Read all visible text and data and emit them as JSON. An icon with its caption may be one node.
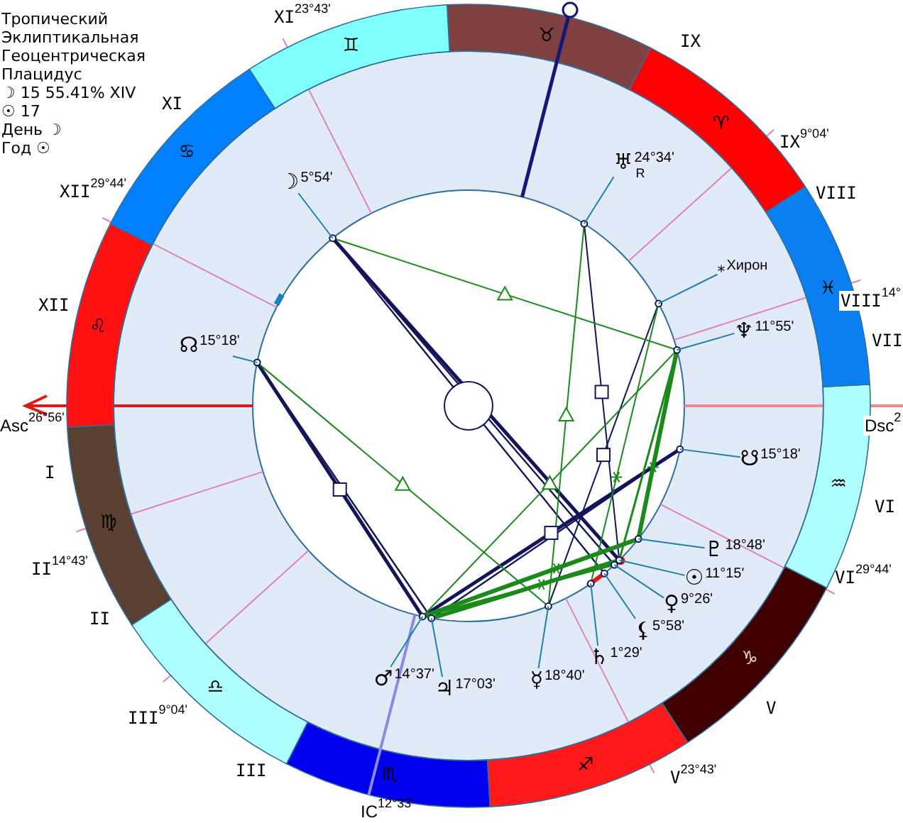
{
  "diagram": {
    "nodes": [
      {
        "text": [
          "♅",
          "24°34'",
          "R"
        ]
      },
      {
        "text": [
          "☽",
          "5°54'"
        ]
      },
      {
        "text": [
          "*",
          "Хирон"
        ]
      },
      {
        "text": [
          "♆",
          "11°55'"
        ]
      },
      {
        "text": [
          "☊",
          "15°18'"
        ]
      },
      {
        "text": [
          "☋",
          "15°18'"
        ]
      },
      {
        "text": [
          "♇",
          "18°48'"
        ]
      },
      {
        "text": [
          "☉",
          "11°15'"
        ]
      },
      {
        "text": [
          "♀",
          "9°26'"
        ]
      },
      {
        "text": [
          "⚸",
          "5°58'"
        ]
      },
      {
        "text": [
          "♄",
          "1°29'"
        ]
      },
      {
        "text": [
          "♂",
          "14°37'"
        ]
      },
      {
        "text": [
          "♃",
          "17°03'"
        ]
      },
      {
        "text": [
          "☿",
          "18°40'"
        ]
      }
    ],
    "edges": [
      {
        "from": 0,
        "to": null,
        "arrow": "none"
      },
      {
        "from": 1,
        "to": null,
        "arrow": "none"
      },
      {
        "from": 2,
        "to": null,
        "arrow": "none"
      },
      {
        "from": 3,
        "to": null,
        "arrow": "none"
      },
      {
        "from": 4,
        "to": null,
        "arrow": "none"
      },
      {
        "from": 5,
        "to": null,
        "arrow": "none"
      },
      {
        "from": 6,
        "to": null,
        "arrow": "none"
      },
      {
        "from": 7,
        "to": null,
        "arrow": "none"
      },
      {
        "from": 8,
        "to": null,
        "arrow": "none"
      },
      {
        "from": 9,
        "to": null,
        "arrow": "none"
      },
      {
        "from": 10,
        "to": null,
        "arrow": "none"
      },
      {
        "from": 11,
        "to": null,
        "arrow": "none"
      },
      {
        "from": 12,
        "to": null,
        "arrow": "none"
      },
      {
        "from": 13,
        "to": null,
        "arrow": "none"
      }
    ],
    "labels": [
      "Тропический",
      "Эклиптикальная",
      "Геоцентрическая",
      "Плацидус",
      "☽ 15 55.41% XIV",
      "☉ 17",
      "День ☽",
      "Год ☉",
      "XI$^{23°43'}$",
      "IX$^{9°04'}$",
      "XII$^{29°44'}$",
      "VIII$^{14°}$",
      "Asc$^{26°56'}$",
      "Dsc$^{2}$",
      "II$^{14°43'}$",
      "VI$^{29°44'}$",
      "III$^{9°04'}$",
      "V$^{23°43'}$",
      "IC$^{12°33'}$",
      "XI",
      "IX",
      "VIII",
      "XII",
      "VII",
      "I",
      "VI",
      "II",
      "V",
      "III",
      "♉",
      "♊",
      "♈",
      "♋",
      "♓",
      "♌",
      "♒",
      "♍",
      "♑",
      "♎",
      "♐",
      "♏"
    ]
  }
}
